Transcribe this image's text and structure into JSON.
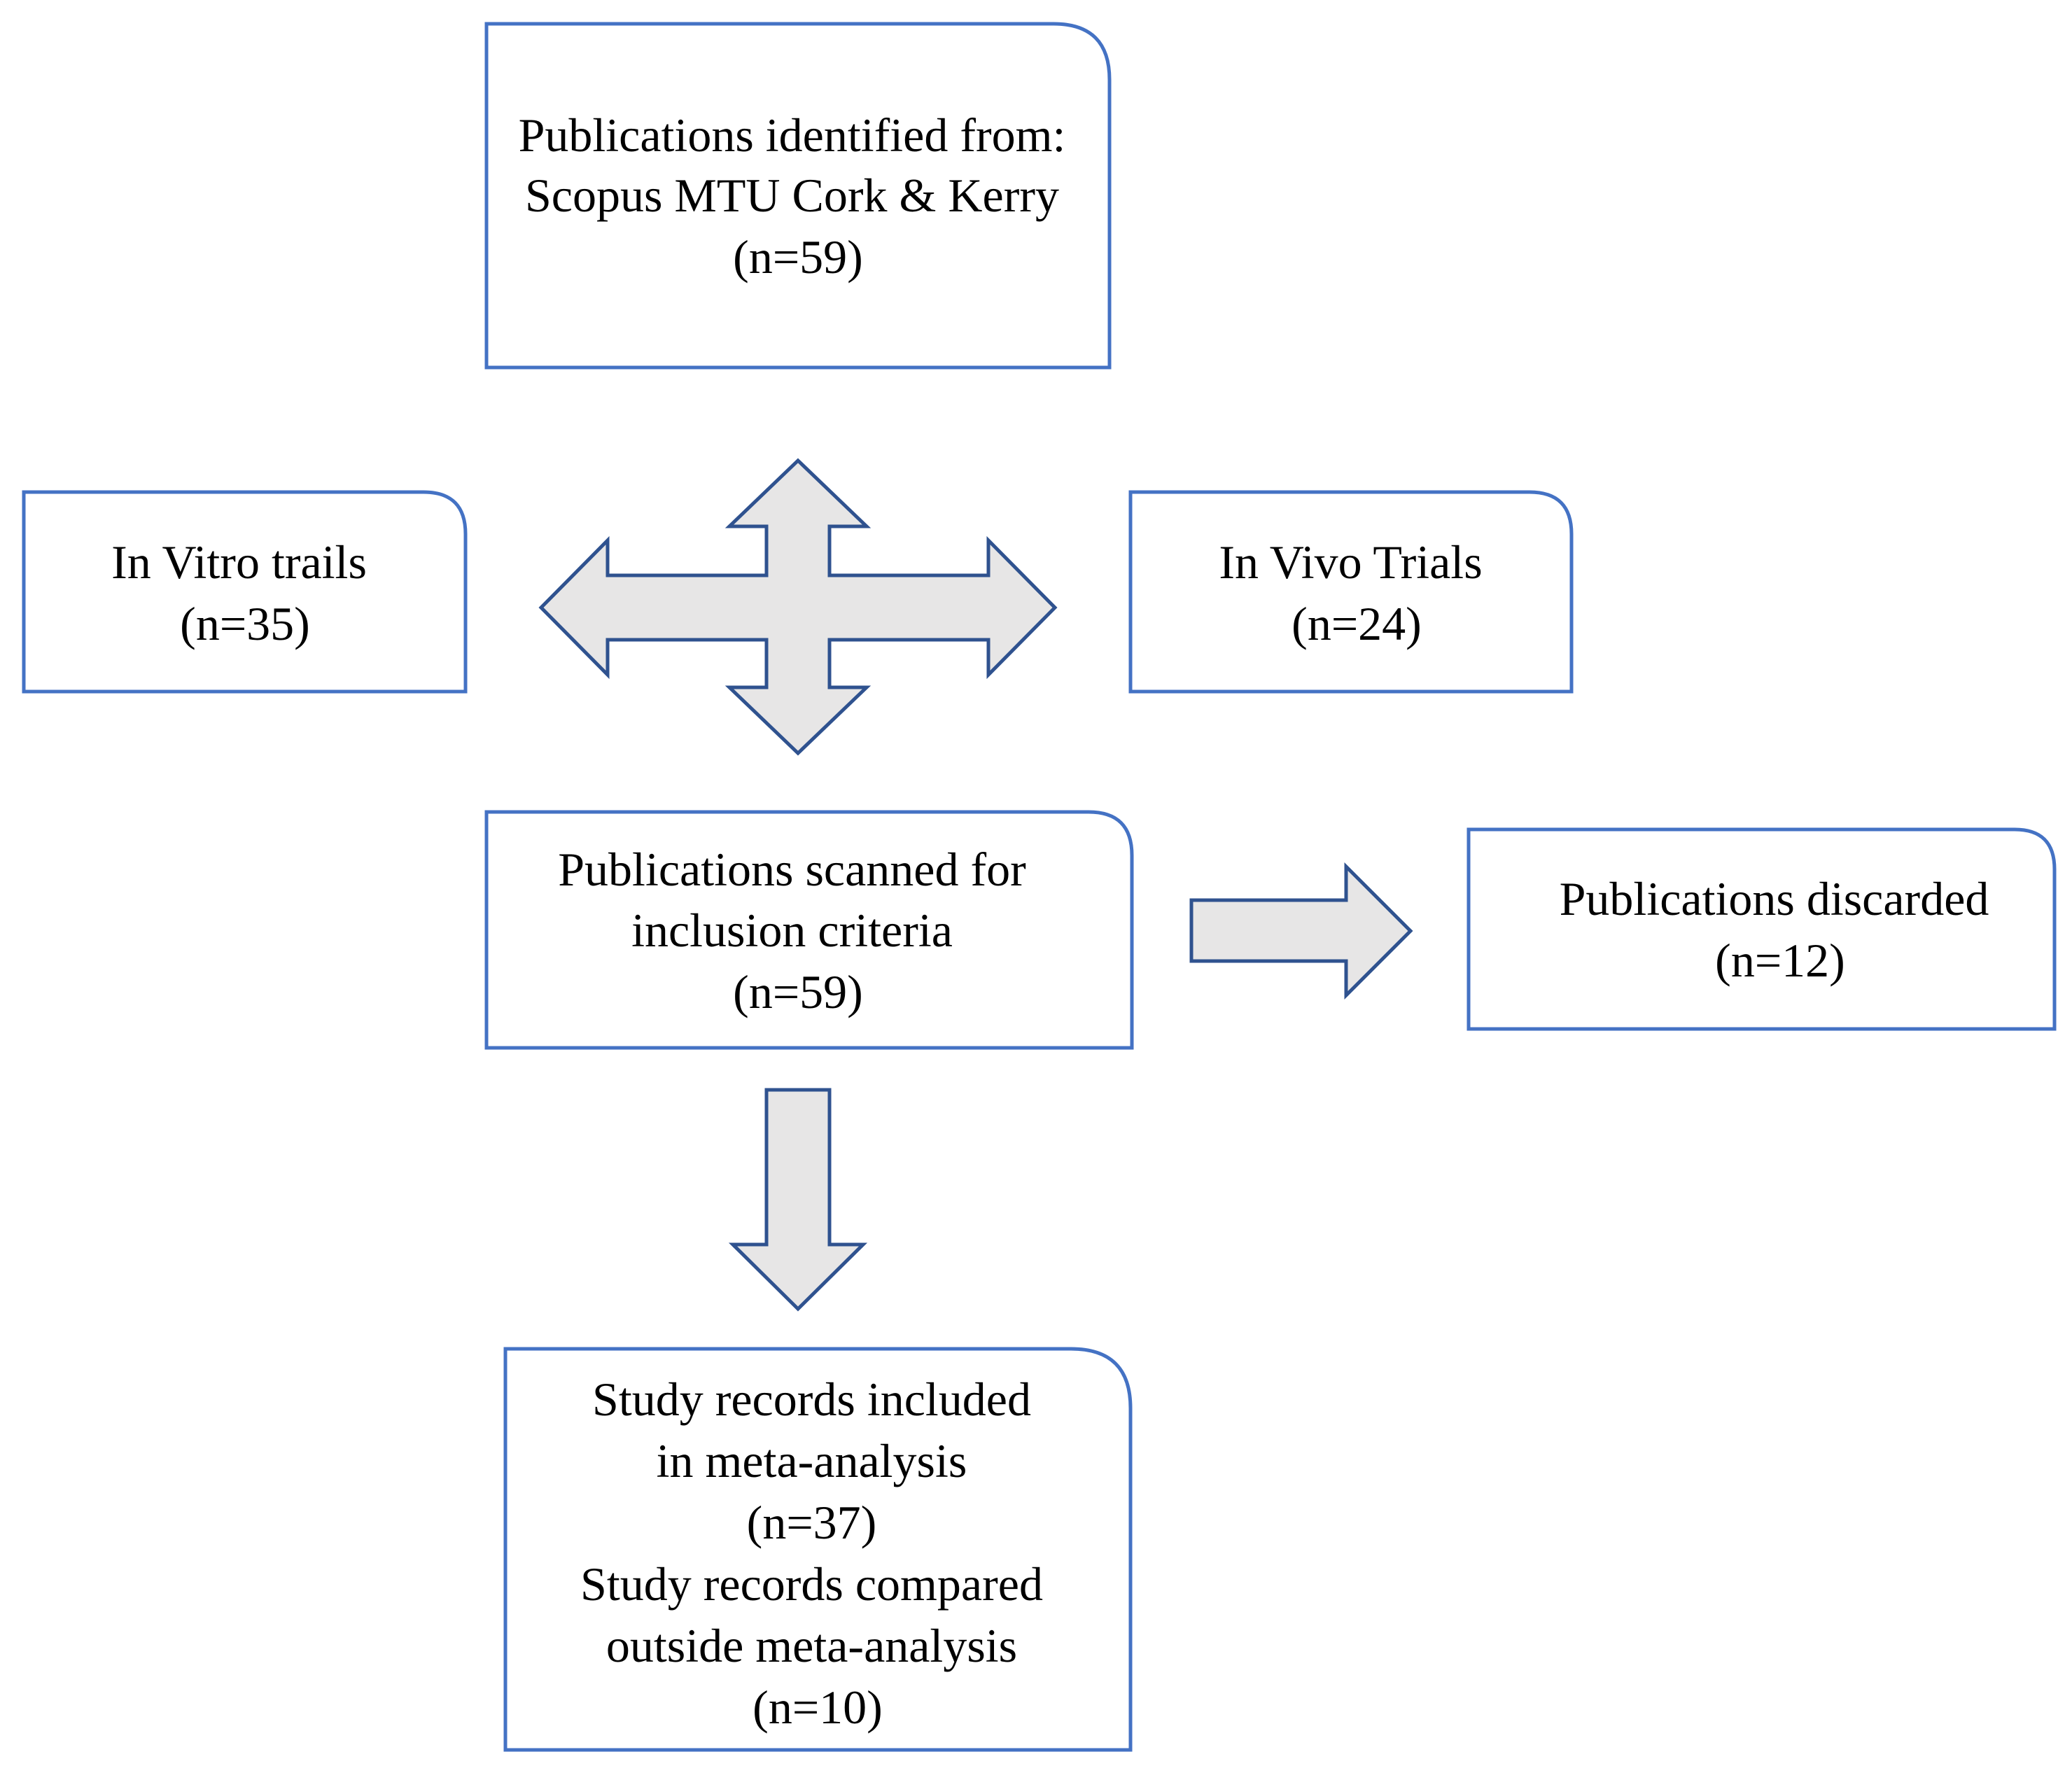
{
  "colors": {
    "box_stroke": "#4472C4",
    "arrow_fill": "#E7E6E6",
    "arrow_stroke": "#2F528F",
    "text": "#000000",
    "background": "#FFFFFF"
  },
  "nodes": {
    "identified": {
      "lines": [
        "Publications identified from:",
        "Scopus MTU Cork & Kerry",
        "(n=59)"
      ]
    },
    "in_vitro": {
      "lines": [
        "In Vitro trails",
        "(n=35)"
      ]
    },
    "in_vivo": {
      "lines": [
        "In Vivo Trials",
        "(n=24)"
      ]
    },
    "scanned": {
      "lines": [
        "Publications scanned for",
        "inclusion criteria",
        "(n=59)"
      ]
    },
    "discarded": {
      "lines": [
        "Publications discarded",
        "(n=12)"
      ]
    },
    "included": {
      "lines": [
        "Study records included",
        "in meta-analysis",
        "(n=37)",
        "Study records compared",
        "outside meta-analysis",
        "(n=10)"
      ]
    }
  }
}
